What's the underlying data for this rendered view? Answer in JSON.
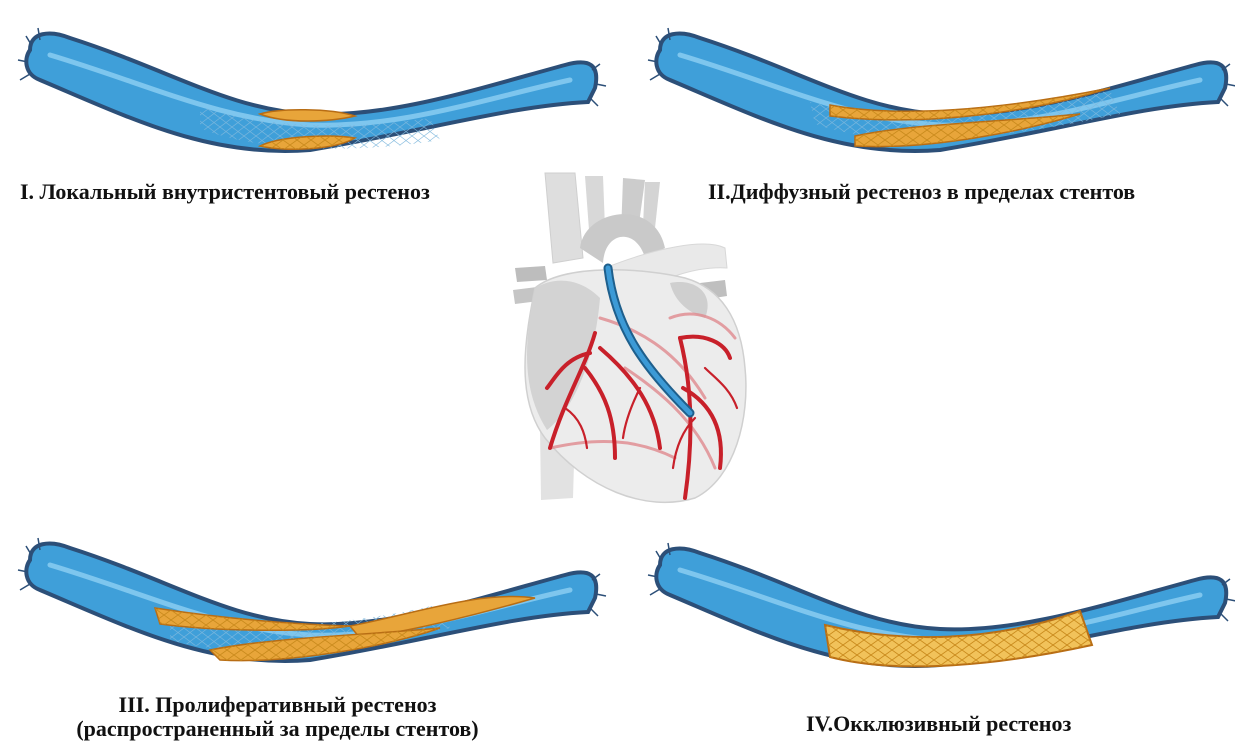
{
  "panels": [
    {
      "id": "I",
      "caption": "I. Локальный внутристентовый рестеноз"
    },
    {
      "id": "II",
      "caption": "II.Диффузный рестеноз в пределах стентов"
    },
    {
      "id": "III",
      "caption_line1": "III. Пролиферативный рестеноз",
      "caption_line2": "(распространенный за пределы стентов)"
    },
    {
      "id": "IV",
      "caption": "IV.Окклюзивный рестеноз"
    }
  ],
  "colors": {
    "vessel_fill": "#3f9fd9",
    "vessel_outline": "#2c4f78",
    "vessel_highlight": "#8fd0f2",
    "plaque_fill": "#e8a53a",
    "plaque_outline": "#b86d14",
    "stent_mesh": "#f1c25a",
    "heart_fill": "#d5d5d5",
    "heart_light": "#ececec",
    "coronary_red": "#c8202a",
    "coronary_faint": "#e08a8f",
    "graft_blue": "#2e86c1"
  },
  "icons": [
    "vessel-segment",
    "stent-mesh",
    "plaque",
    "heart-illustration",
    "coronary-artery",
    "bypass-graft"
  ]
}
